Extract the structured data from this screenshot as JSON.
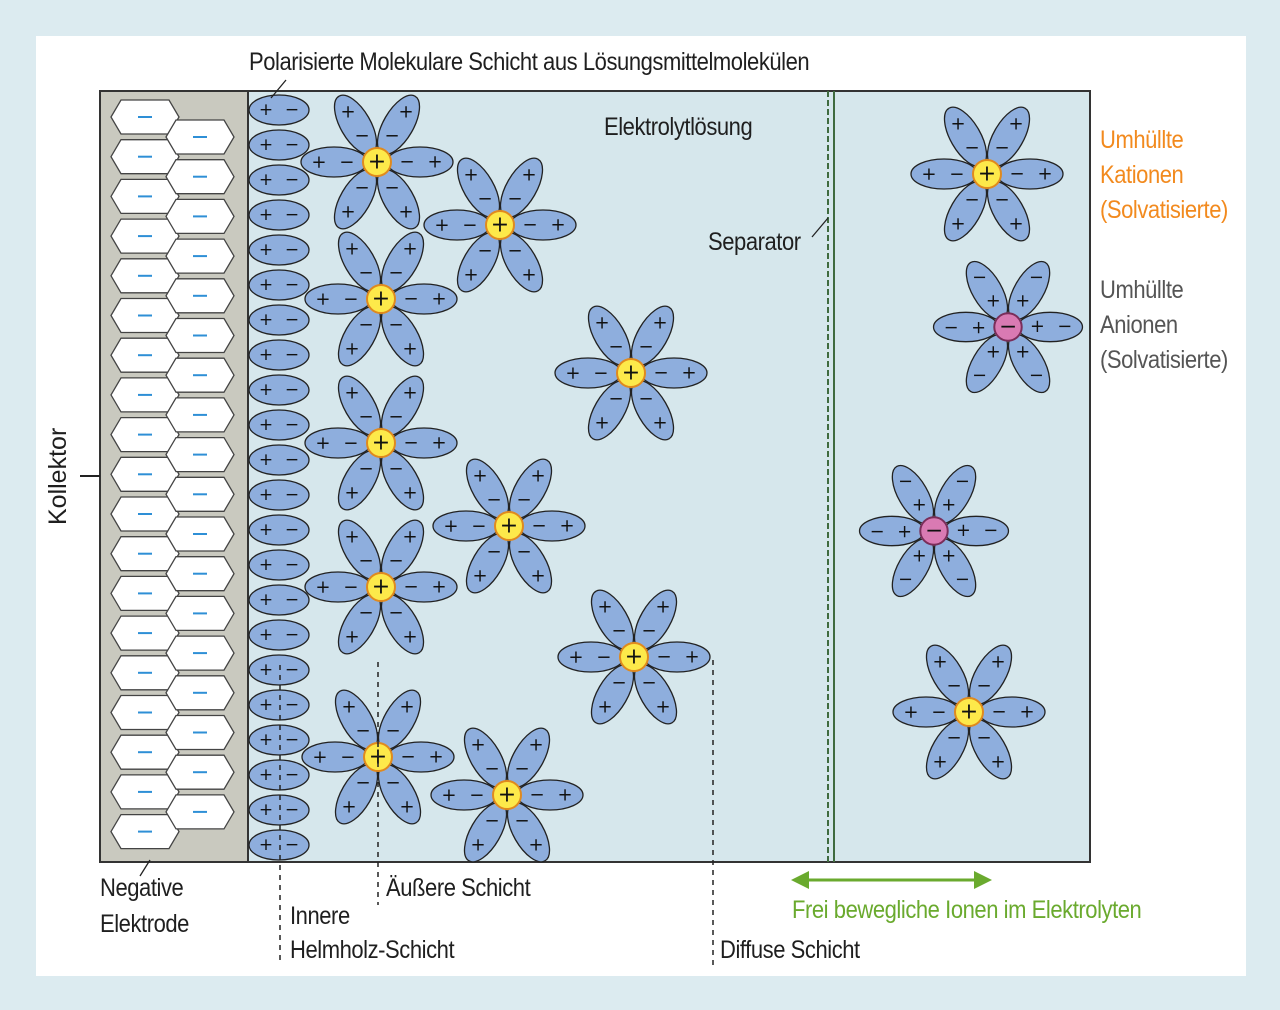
{
  "labels": {
    "polarized_layer": "Polarisierte Molekulare Schicht aus Lösungsmittelmolekülen",
    "electrolyte": "Elektrolytlösung",
    "separator": "Separator",
    "collector": "Kollektor",
    "negative_electrode_line1": "Negative",
    "negative_electrode_line2": "Elektrode",
    "inner_layer_line1": "Innere",
    "inner_layer_line2": "Helmholz-Schicht",
    "outer_layer": "Äußere Schicht",
    "diffuse_layer": "Diffuse Schicht",
    "free_ions": "Frei bewegliche Ionen im Elektrolyten",
    "cations_line1": "Umhüllte",
    "cations_line2": "Kationen",
    "cations_line3": "(Solvatisierte)",
    "anions_line1": "Umhüllte",
    "anions_line2": "Anionen",
    "anions_line3": "(Solvatisierte)"
  },
  "colors": {
    "background": "#dcebf0",
    "electrolyte": "#d6e7ec",
    "electrode": "#c9c9bf",
    "petal": "#8eaedd",
    "cation": "#fde94a",
    "anion": "#d97ab3",
    "label_cations": "#f28a1e",
    "label_anions": "#555555",
    "label_free_ions": "#6aaa2e",
    "separator": "#3f6b3f"
  },
  "symbols": {
    "plus": "+",
    "minus": "−"
  }
}
